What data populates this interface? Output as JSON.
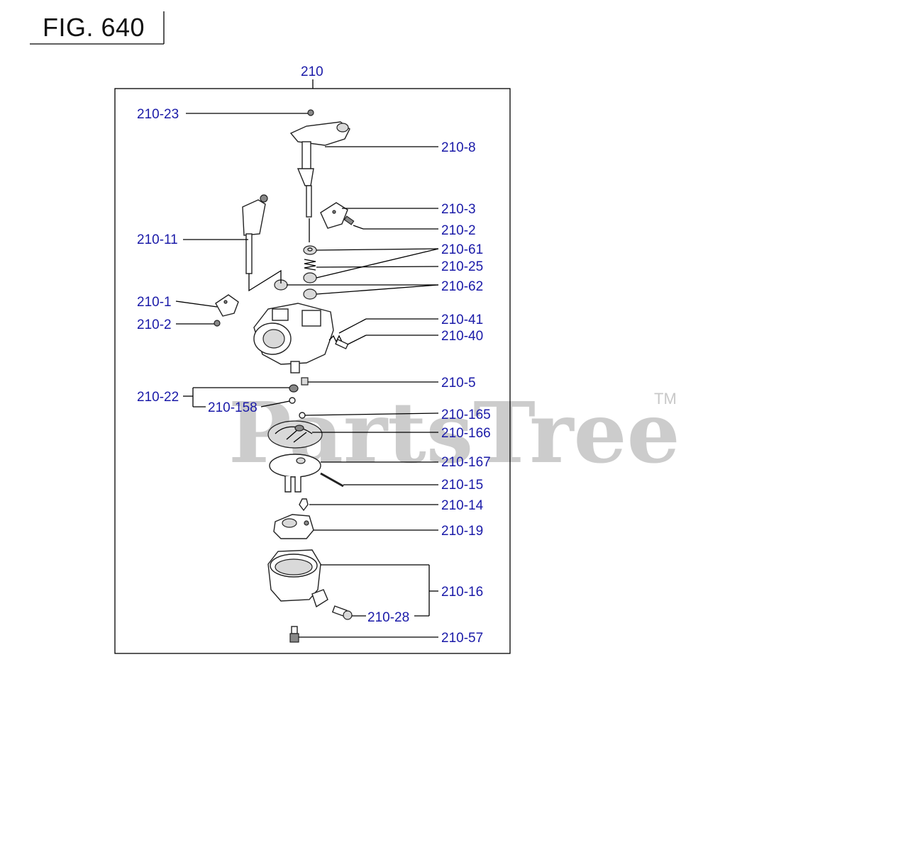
{
  "figure": {
    "title": "FIG. 640"
  },
  "assembly": {
    "label": "210"
  },
  "callouts": [
    {
      "id": "c-210-23",
      "text": "210-23"
    },
    {
      "id": "c-210-8",
      "text": "210-8"
    },
    {
      "id": "c-210-3",
      "text": "210-3"
    },
    {
      "id": "c-210-2a",
      "text": "210-2"
    },
    {
      "id": "c-210-11",
      "text": "210-11"
    },
    {
      "id": "c-210-61",
      "text": "210-61"
    },
    {
      "id": "c-210-25",
      "text": "210-25"
    },
    {
      "id": "c-210-62",
      "text": "210-62"
    },
    {
      "id": "c-210-1",
      "text": "210-1"
    },
    {
      "id": "c-210-2b",
      "text": "210-2"
    },
    {
      "id": "c-210-41",
      "text": "210-41"
    },
    {
      "id": "c-210-40",
      "text": "210-40"
    },
    {
      "id": "c-210-5",
      "text": "210-5"
    },
    {
      "id": "c-210-22",
      "text": "210-22"
    },
    {
      "id": "c-210-158",
      "text": "210-158"
    },
    {
      "id": "c-210-165",
      "text": "210-165"
    },
    {
      "id": "c-210-166",
      "text": "210-166"
    },
    {
      "id": "c-210-167",
      "text": "210-167"
    },
    {
      "id": "c-210-15",
      "text": "210-15"
    },
    {
      "id": "c-210-14",
      "text": "210-14"
    },
    {
      "id": "c-210-19",
      "text": "210-19"
    },
    {
      "id": "c-210-16",
      "text": "210-16"
    },
    {
      "id": "c-210-28",
      "text": "210-28"
    },
    {
      "id": "c-210-57",
      "text": "210-57"
    }
  ],
  "watermark": {
    "text": "PartsTree",
    "trademark": "TM"
  }
}
